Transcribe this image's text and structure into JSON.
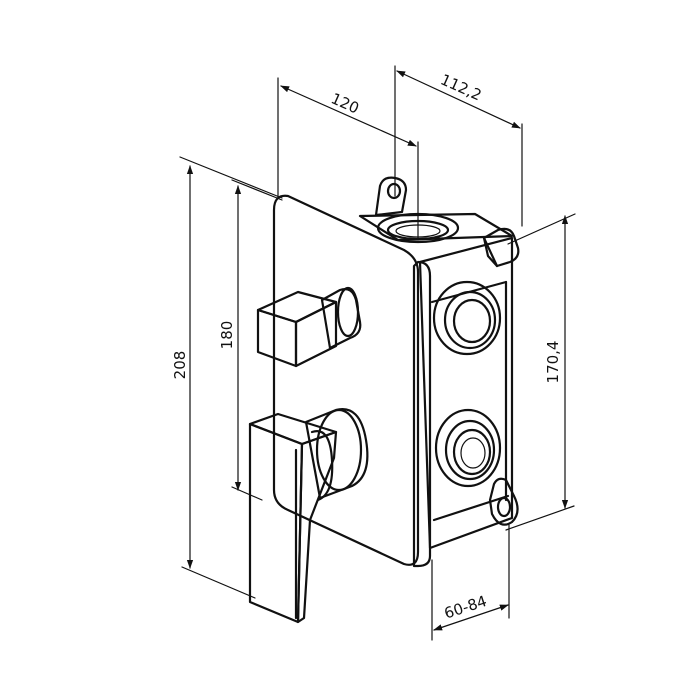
{
  "diagram": {
    "subject": "concealed shower mixer with diverter",
    "dimensions": {
      "total_height": "208",
      "plate_height": "180",
      "body_height": "170,4",
      "plate_width": "120",
      "body_depth": "112,2",
      "mounting_depth": "60-84"
    },
    "colors": {
      "line": "#111111",
      "background": "#ffffff"
    }
  }
}
